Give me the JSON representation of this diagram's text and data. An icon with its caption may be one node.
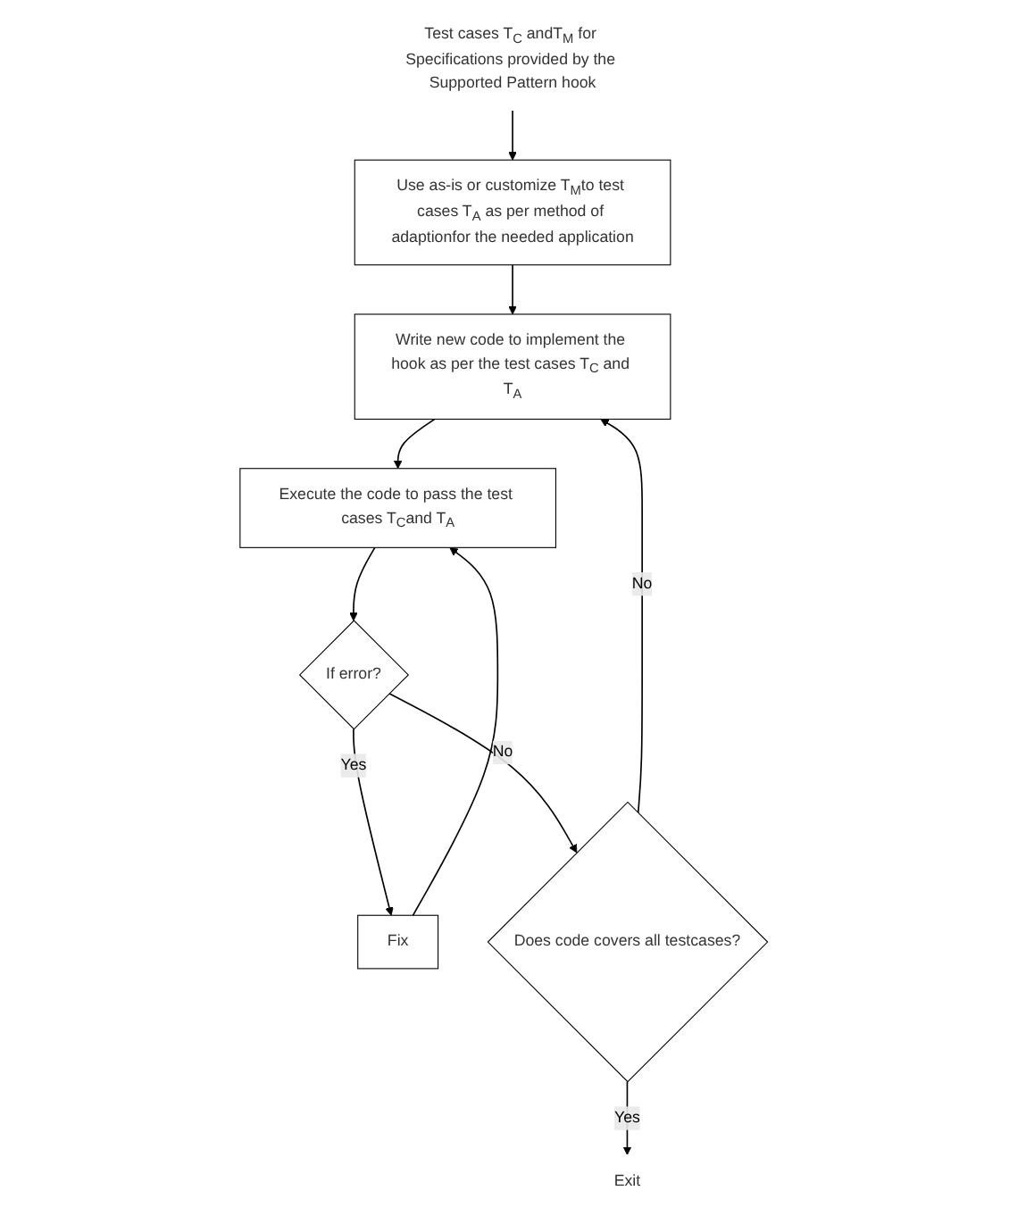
{
  "diagram": {
    "nodes": [
      {
        "text": [
          "Test cases T$_{C}$ andT$_{M}$ for Specifications provided by the Supported Pattern hook"
        ]
      },
      {
        "text": [
          "Use as-is or customize T$_{M}$to test cases T$_{A}$ as per method of adaptionfor the needed application"
        ]
      },
      {
        "text": [
          "Write new code to implement the hook as per the test cases T$_{C}$ and T$_{A}$"
        ]
      },
      {
        "text": [
          "Execute the code to pass the test cases T$_{C}$and T$_{A}$"
        ]
      },
      {
        "text": [
          "If error?"
        ]
      },
      {
        "text": [
          "Fix"
        ]
      },
      {
        "text": [
          "Does code covers all testcases?"
        ]
      },
      {
        "text": [
          "Exit"
        ]
      }
    ],
    "edges": [
      {
        "from": 0,
        "to": 1,
        "arrow": "to"
      },
      {
        "from": 1,
        "to": 2,
        "arrow": "to"
      },
      {
        "from": 2,
        "to": 3,
        "arrow": "to"
      },
      {
        "from": 3,
        "to": 4,
        "arrow": "to"
      },
      {
        "from": 4,
        "to": 5,
        "arrow": "to",
        "label": "Yes"
      },
      {
        "from": 5,
        "to": 3,
        "arrow": "to"
      },
      {
        "from": 4,
        "to": 6,
        "arrow": "to",
        "label": "No"
      },
      {
        "from": 6,
        "to": 7,
        "arrow": "to",
        "label": "Yes"
      },
      {
        "from": 6,
        "to": 2,
        "arrow": "to",
        "label": "No"
      }
    ]
  }
}
